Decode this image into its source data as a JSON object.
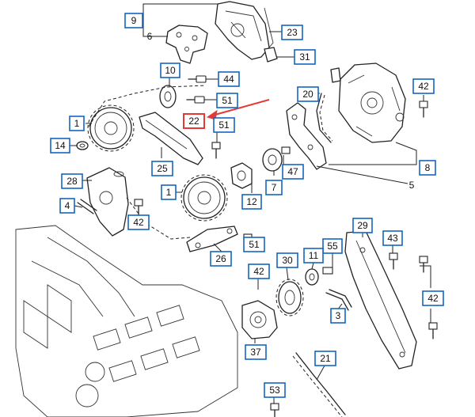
{
  "colors": {
    "callout_border": "#1565c0",
    "highlight": "#e53935",
    "line": "#222222"
  },
  "callouts": {
    "c9": "9",
    "c23": "23",
    "c31": "31",
    "c10": "10",
    "c44": "44",
    "c42a": "42",
    "c20": "20",
    "c51a": "51",
    "c22": "22",
    "c1a": "1",
    "c51b": "51",
    "c14": "14",
    "c25": "25",
    "c47": "47",
    "c8": "8",
    "c7": "7",
    "c28": "28",
    "c1b": "1",
    "c12": "12",
    "c4": "4",
    "c42b": "42",
    "c51c": "51",
    "c29": "29",
    "c43": "43",
    "c26": "26",
    "c55": "55",
    "c11": "11",
    "c30": "30",
    "c42c": "42",
    "c42d": "42",
    "c3": "3",
    "c37": "37",
    "c21": "21",
    "c53": "53"
  },
  "plain_labels": {
    "p6": "6",
    "p5": "5"
  }
}
